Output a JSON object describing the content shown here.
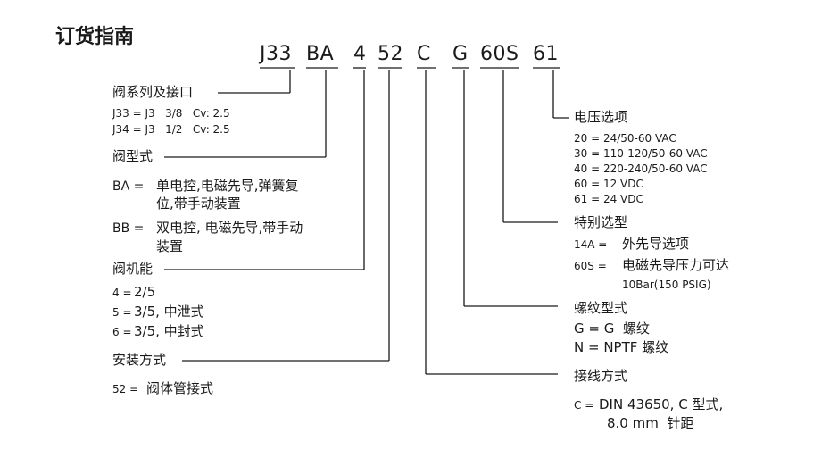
{
  "title": "订货指南",
  "code_parts": [
    "J33",
    "BA",
    "4",
    "52",
    "C",
    "G",
    "60S",
    "61"
  ],
  "left": {
    "series": {
      "heading": "阀系列及接口",
      "rows": [
        "J33 = J3   3/8   Cv: 2.5",
        "J34 = J3   1/2   Cv: 2.5"
      ]
    },
    "type": {
      "heading": "阀型式",
      "ba_key": "BA =",
      "ba_text_1": "单电控,电磁先导,弹簧复",
      "ba_text_2": "位,带手动装置",
      "bb_key": "BB =",
      "bb_text_1": "双电控, 电磁先导,带手动",
      "bb_text_2": "装置"
    },
    "function": {
      "heading": "阀机能",
      "r1_key": "4 =",
      "r1_val": "2/5",
      "r2_key": "5 =",
      "r2_val": "3/5, 中泄式",
      "r3_key": "6 =",
      "r3_val": "3/5, 中封式"
    },
    "mount": {
      "heading": "安装方式",
      "r1_key": "52 =",
      "r1_val": "阀体管接式"
    }
  },
  "right": {
    "voltage": {
      "heading": "电压选项",
      "rows": [
        "20 = 24/50-60 VAC",
        "30 = 110-120/50-60 VAC",
        "40 = 220-240/50-60 VAC",
        "60 = 12 VDC",
        "61 = 24 VDC"
      ]
    },
    "special": {
      "heading": "特别选型",
      "r1_key": "14A =",
      "r1_val": "外先导选项",
      "r2_key": "60S =",
      "r2_val": "电磁先导压力可达",
      "r2_note": "10Bar(150 PSIG)"
    },
    "thread": {
      "heading": "螺纹型式",
      "r1": "G = G  螺纹",
      "r2": "N = NPTF 螺纹"
    },
    "wiring": {
      "heading": "接线方式",
      "r1_key": "C =",
      "r1_val": "DIN 43650, C 型式,",
      "r2_val": "8.0 mm  针距"
    }
  }
}
